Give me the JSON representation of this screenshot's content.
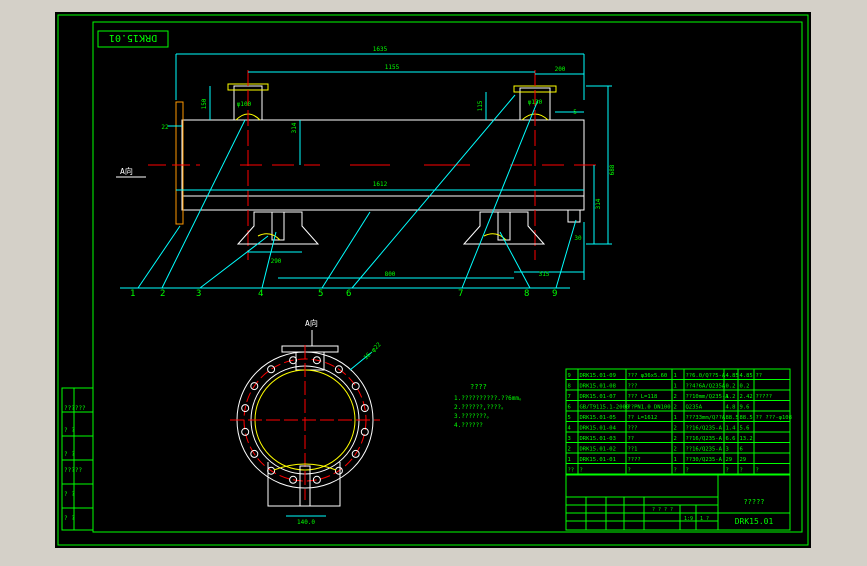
{
  "drawing_code_box": "DRK15.01",
  "view_label": "A向",
  "part_numbers": [
    "1",
    "2",
    "3",
    "4",
    "5",
    "6",
    "7",
    "8",
    "9"
  ],
  "dims": {
    "total_length": "1635",
    "nozzle_spacing": "1155",
    "right_offset": "200",
    "nozzle_height_left": "150",
    "nozzle_dia_left": "φ100",
    "nozzle_dia_right": "φ130",
    "nozzle_height_right": "115",
    "top_to_axis": "314",
    "flange_thk": "22",
    "shell_length": "1612",
    "right_small": "5",
    "overall_height": "688",
    "support_height": "314",
    "support_width": "290",
    "support_spacing": "800",
    "right_support": "315",
    "right_tail": "30",
    "bolt_pattern": "16-φ22",
    "support_base": "140.0"
  },
  "notes": {
    "title": "????",
    "lines": [
      "1.??????????.??6mm。",
      "2.??????,????。",
      "3.???????。",
      "4.??????"
    ]
  },
  "bom": [
    {
      "no": "9",
      "code": "DRK15.01-09",
      "name": "??? φ36x5.60",
      "qty": "1",
      "mat": "??6.0/Q??5-A",
      "w1": "4.85",
      "w2": "4.85",
      "note": "??"
    },
    {
      "no": "8",
      "code": "DRK15.01-08",
      "name": "???",
      "qty": "1",
      "mat": "??4?6A/Q235A",
      "w1": "0.2",
      "w2": "0.2",
      "note": ""
    },
    {
      "no": "7",
      "code": "DRK15.01-07",
      "name": "??? L=118",
      "qty": "2",
      "mat": "??10mm/Q235-A",
      "w1": "1.2",
      "w2": "2.42",
      "note": "?????"
    },
    {
      "no": "6",
      "code": "GB/T9115.1-2000",
      "name": "??PN1.0 DN100",
      "qty": "2",
      "mat": "Q235A",
      "w1": "4.8",
      "w2": "9.6",
      "note": ""
    },
    {
      "no": "5",
      "code": "DRK15.01-05",
      "name": "?? L=1612",
      "qty": "1",
      "mat": "???33mm/Q??A",
      "w1": "88.5",
      "w2": "88.5",
      "note": "?? ???-φ108"
    },
    {
      "no": "4",
      "code": "DRK15.01-04",
      "name": "???",
      "qty": "2",
      "mat": "??16/Q235-A",
      "w1": "1.4",
      "w2": "5.6",
      "note": ""
    },
    {
      "no": "3",
      "code": "DRK15.01-03",
      "name": "??",
      "qty": "2",
      "mat": "??16/Q235-A",
      "w1": "6.6",
      "w2": "13.2",
      "note": ""
    },
    {
      "no": "2",
      "code": "DRK15.01-02",
      "name": "??1",
      "qty": "2",
      "mat": "??16/Q235-A",
      "w1": "3",
      "w2": "6",
      "note": ""
    },
    {
      "no": "1",
      "code": "DRK15.01-01",
      "name": "????",
      "qty": "1",
      "mat": "??30/Q235-A",
      "w1": "29",
      "w2": "29",
      "note": ""
    }
  ],
  "bom_header": [
    "??",
    "?",
    "?",
    "?",
    "?",
    "?",
    "?",
    "?",
    "?"
  ],
  "title_block": {
    "title": "?????",
    "drawing_no": "DRK15.01",
    "scale": "1:9",
    "sheet": "1 ?",
    "marks": [
      "? ? ? ?",
      "1:9",
      "??"
    ]
  },
  "left_block": {
    "rows": [
      "??????",
      "? ?",
      "? ?",
      "?????",
      "? ?",
      "? ?"
    ]
  }
}
